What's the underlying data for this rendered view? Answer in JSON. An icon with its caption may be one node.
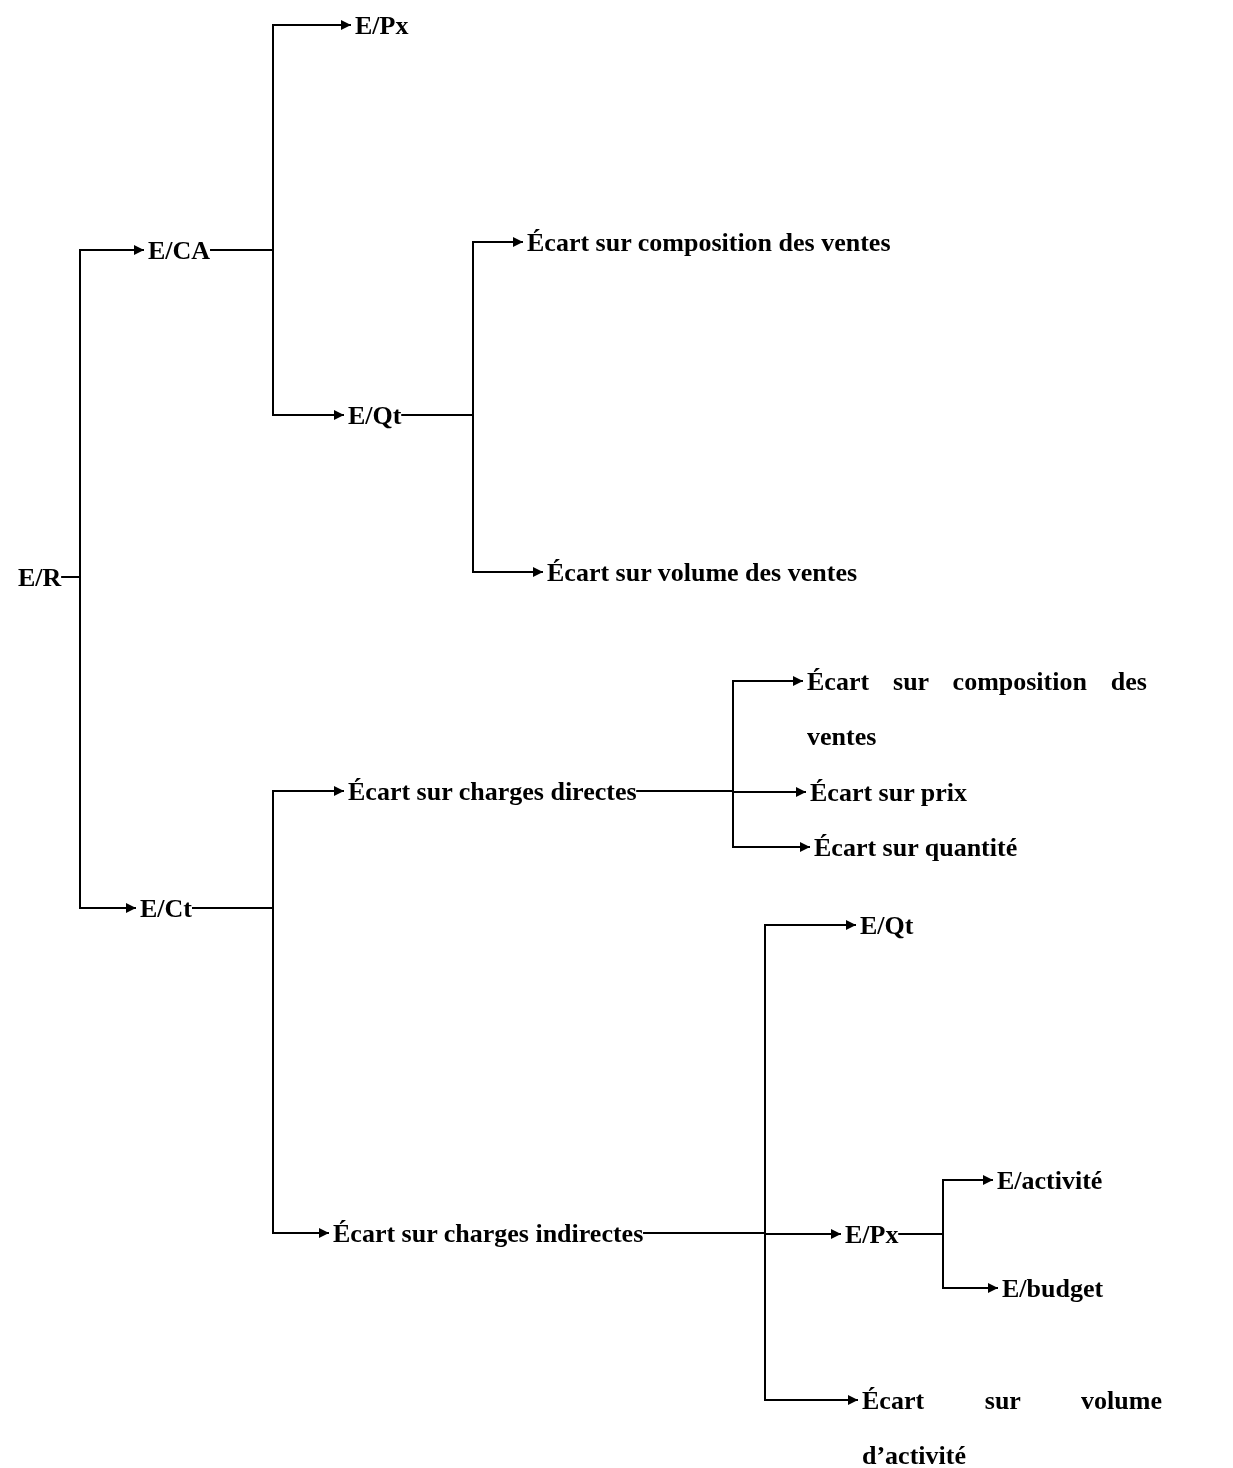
{
  "diagram": {
    "nodes": [
      {
        "text": [
          "E/R"
        ]
      },
      {
        "text": [
          "E/CA"
        ]
      },
      {
        "text": [
          "E/Ct"
        ]
      },
      {
        "text": [
          "E/Px"
        ]
      },
      {
        "text": [
          "E/Qt"
        ]
      },
      {
        "text": [
          "Écart sur composition des ventes"
        ]
      },
      {
        "text": [
          "Écart sur volume des ventes"
        ]
      },
      {
        "text": [
          "Écart sur charges directes"
        ]
      },
      {
        "text": [
          "Écart sur charges indirectes"
        ]
      },
      {
        "text": [
          "Écart sur composition des ventes"
        ]
      },
      {
        "text": [
          "Écart sur prix"
        ]
      },
      {
        "text": [
          "Écart sur quantité"
        ]
      },
      {
        "text": [
          "E/Qt"
        ]
      },
      {
        "text": [
          "E/Px"
        ]
      },
      {
        "text": [
          "E/activité"
        ]
      },
      {
        "text": [
          "E/budget"
        ]
      },
      {
        "text": [
          "Écart sur volume d’activité"
        ]
      }
    ],
    "edges": [
      {
        "from": 0,
        "to": 1,
        "arrow": "to"
      },
      {
        "from": 0,
        "to": 2,
        "arrow": "to"
      },
      {
        "from": 1,
        "to": 3,
        "arrow": "to"
      },
      {
        "from": 1,
        "to": 4,
        "arrow": "to"
      },
      {
        "from": 4,
        "to": 5,
        "arrow": "to"
      },
      {
        "from": 4,
        "to": 6,
        "arrow": "to"
      },
      {
        "from": 2,
        "to": 7,
        "arrow": "to"
      },
      {
        "from": 2,
        "to": 8,
        "arrow": "to"
      },
      {
        "from": 7,
        "to": 9,
        "arrow": "to"
      },
      {
        "from": 7,
        "to": 10,
        "arrow": "to"
      },
      {
        "from": 7,
        "to": 11,
        "arrow": "to"
      },
      {
        "from": 8,
        "to": 12,
        "arrow": "to"
      },
      {
        "from": 8,
        "to": 13,
        "arrow": "to"
      },
      {
        "from": 8,
        "to": 16,
        "arrow": "to"
      },
      {
        "from": 13,
        "to": 14,
        "arrow": "to"
      },
      {
        "from": 13,
        "to": 15,
        "arrow": "to"
      }
    ]
  }
}
